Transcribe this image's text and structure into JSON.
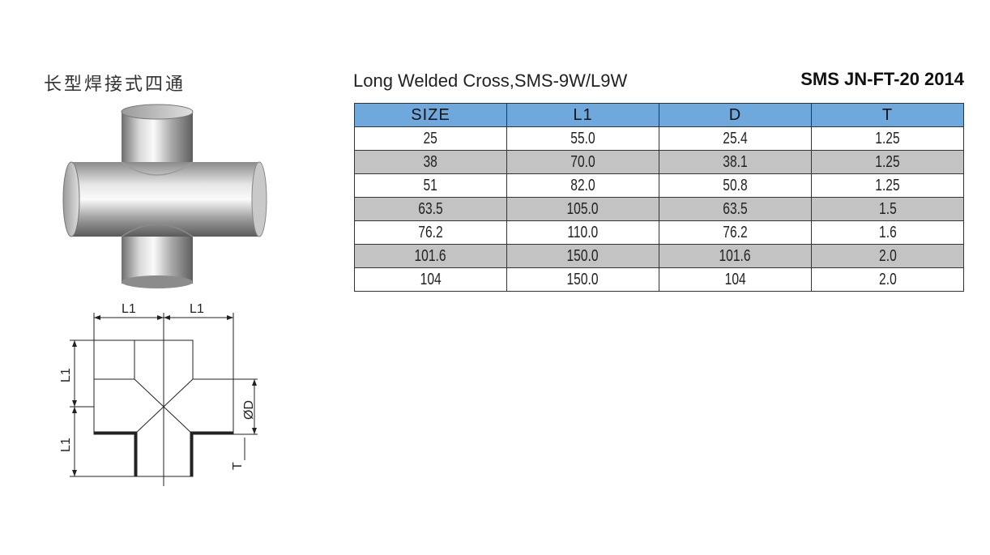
{
  "header": {
    "cn_title": "长型焊接式四通",
    "en_title": "Long Welded Cross,SMS-9W/L9W",
    "standard": "SMS JN-FT-20 2014"
  },
  "drawing": {
    "label_l1_top_left": "L1",
    "label_l1_top_right": "L1",
    "label_l1_side_upper": "L1",
    "label_l1_side_lower": "L1",
    "label_d": "ØD",
    "label_t": "T"
  },
  "table": {
    "columns": [
      "SIZE",
      "L1",
      "D",
      "T"
    ],
    "rows": [
      [
        "25",
        "55.0",
        "25.4",
        "1.25"
      ],
      [
        "38",
        "70.0",
        "38.1",
        "1.25"
      ],
      [
        "51",
        "82.0",
        "50.8",
        "1.25"
      ],
      [
        "63.5",
        "105.0",
        "63.5",
        "1.5"
      ],
      [
        "76.2",
        "110.0",
        "76.2",
        "1.6"
      ],
      [
        "101.6",
        "150.0",
        "101.6",
        "2.0"
      ],
      [
        "104",
        "150.0",
        "104",
        "2.0"
      ]
    ]
  },
  "colors": {
    "header_bg": "#6fa8dc",
    "shaded_row_bg": "#c3c3c3"
  }
}
